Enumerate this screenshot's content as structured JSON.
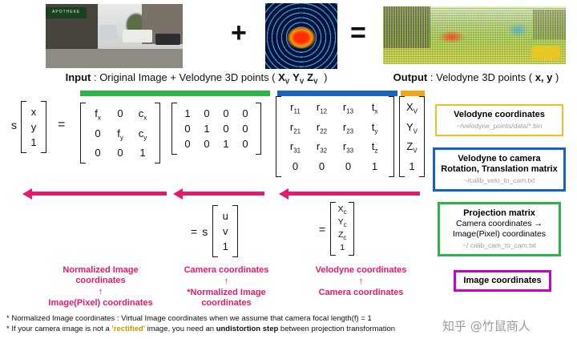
{
  "colors": {
    "pink": "#e8186d",
    "green": "#2db34a",
    "blue": "#1565c0",
    "yellow": "#f2a71b",
    "magenta": "#cc00cc"
  },
  "top_row": {
    "plus_sign": "+",
    "equals_sign": "=",
    "awning_text": "APOTHEKE",
    "input_caption": {
      "label": "Input",
      "sep": " : ",
      "text": "Original Image + Velodyne 3D points ( ",
      "v1_base": "X",
      "v1_sub": "V",
      "v2_base": "Y",
      "v2_sub": "V",
      "v3_base": "Z",
      "v3_sub": "V",
      "close": " )"
    },
    "output_caption": {
      "label": "Output",
      "sep": " : ",
      "text": "Velodyne 3D points ( ",
      "vars": "x, y",
      "close": " )"
    }
  },
  "equation": {
    "scale_s": "s",
    "equals": "=",
    "pixel_vector": [
      [
        "x"
      ],
      [
        "y"
      ],
      [
        "1"
      ]
    ],
    "intrinsic_matrix": [
      [
        [
          "f",
          "x"
        ],
        "0",
        [
          "c",
          "x"
        ]
      ],
      [
        "0",
        [
          "f",
          "y"
        ],
        [
          "c",
          "y"
        ]
      ],
      [
        "0",
        "0",
        "1"
      ]
    ],
    "projection_matrix": [
      [
        "1",
        "0",
        "0",
        "0"
      ],
      [
        "0",
        "1",
        "0",
        "0"
      ],
      [
        "0",
        "0",
        "1",
        "0"
      ]
    ],
    "rotation_matrix": [
      [
        [
          "r",
          "11"
        ],
        [
          "r",
          "12"
        ],
        [
          "r",
          "13"
        ],
        [
          "t",
          "x"
        ]
      ],
      [
        [
          "r",
          "21"
        ],
        [
          "r",
          "22"
        ],
        [
          "r",
          "23"
        ],
        [
          "t",
          "y"
        ]
      ],
      [
        [
          "r",
          "31"
        ],
        [
          "r",
          "32"
        ],
        [
          "r",
          "33"
        ],
        [
          "t",
          "z"
        ]
      ],
      [
        "0",
        "0",
        "0",
        "1"
      ]
    ],
    "velodyne_vector": [
      [
        [
          "X",
          "V"
        ]
      ],
      [
        [
          "Y",
          "V"
        ]
      ],
      [
        [
          "Z",
          "V"
        ]
      ],
      [
        "1"
      ]
    ],
    "uv_equals": "=",
    "uv_scale": "s",
    "uv_vector": [
      [
        "u"
      ],
      [
        "v"
      ],
      [
        "1"
      ]
    ],
    "cam_equals": "=",
    "camera_vector": [
      [
        [
          "X",
          "c"
        ]
      ],
      [
        [
          "Y",
          "c"
        ]
      ],
      [
        [
          "Z",
          "c"
        ]
      ],
      [
        "1"
      ]
    ]
  },
  "flow_labels": [
    {
      "top": "Normalized Image coordinates",
      "arrow": "↑",
      "bottom": "Image(Pixel) coordinates"
    },
    {
      "top": "Camera coordinates",
      "arrow": "↑",
      "bottom": "*Normalized Image coordinates"
    },
    {
      "top": "Velodyne coordinates",
      "arrow": "↑",
      "bottom": "Camera coordinates"
    }
  ],
  "side_boxes": {
    "velodyne": {
      "title": "Velodyne coordinates",
      "path": "~/velodyne_points/data/*.bin"
    },
    "velo_to_cam": {
      "title_line1": "Velodyne to camera",
      "title_line2": "Rotation, Translation matrix",
      "path": "~/calib_velo_to_cam.txt"
    },
    "projection": {
      "title": "Projection matrix",
      "line1": "Camera coordinates →",
      "line2": "Image(Pixel) coordinates",
      "path": "~/ calib_cam_to_cam.txt"
    },
    "image_coords": {
      "title": "Image coordinates"
    }
  },
  "footnotes": {
    "line1": "* Normalized Image coordinates : Virtual Image coordinates when we assume that camera focal length(f) = 1",
    "line2_pre": "* If your camera image is not a ",
    "line2_highlight": "'rectified'",
    "line2_mid": " image, you need an ",
    "line2_bold": "undistortion step",
    "line2_post": " between projection transformation"
  },
  "watermark": "知乎 @竹鼠商人"
}
